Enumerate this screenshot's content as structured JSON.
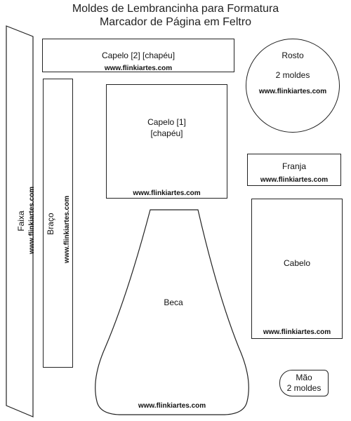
{
  "header": {
    "title_line1": "Moldes de Lembrancinha para Formatura",
    "title_line2": "Marcador de Página em Feltro"
  },
  "site_url": "www.flinkiartes.com",
  "pieces": {
    "faixa": {
      "label": "Faixa"
    },
    "braco": {
      "label": "Braço"
    },
    "capelo2": {
      "label": "Capelo [2] [chapéu]"
    },
    "capelo1": {
      "label_line1": "Capelo [1]",
      "label_line2": "[chapéu]"
    },
    "rosto": {
      "label": "Rosto",
      "count": "2 moldes"
    },
    "franja": {
      "label": "Franja"
    },
    "cabelo": {
      "label": "Cabelo"
    },
    "beca": {
      "label": "Beca"
    },
    "mao": {
      "label": "Mão",
      "count": "2 moldes"
    }
  }
}
